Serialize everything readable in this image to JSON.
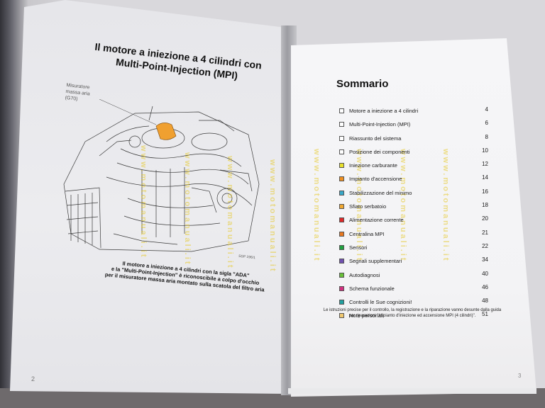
{
  "left_page": {
    "title_lines": [
      "Il motore a iniezione a 4 cilindri con",
      "Multi-Point-Injection (MPI)"
    ],
    "caption_lines": [
      "Misuratore",
      "massa aria",
      "(G70)"
    ],
    "drawing_code": "SSP 196/1",
    "description_lines": [
      "Il motore a iniezione a 4 cilindri con la sigla \"ADA\"",
      "e la \"Multi-Point-Injection\" è riconoscibile a colpo d'occhio",
      "per il misuratore massa aria montato sulla scatola del filtro aria"
    ],
    "page_number": "2"
  },
  "right_page": {
    "title": "Sommario",
    "toc": [
      {
        "label": "Motore a iniezione a 4 cilindri",
        "page": "4",
        "color": "#ffffff"
      },
      {
        "label": "Multi-Point-Injection (MPI)",
        "page": "6",
        "color": "#ffffff"
      },
      {
        "label": "Riassunto del sistema",
        "page": "8",
        "color": "#ffffff"
      },
      {
        "label": "Posizione dei componenti",
        "page": "10",
        "color": "#ffffff"
      },
      {
        "label": "Iniezione carburante",
        "page": "12",
        "color": "#e8e02a"
      },
      {
        "label": "Impianto d'accensione",
        "page": "14",
        "color": "#f09020"
      },
      {
        "label": "Stabilizzazione del minimo",
        "page": "16",
        "color": "#38a8c8"
      },
      {
        "label": "Sfiato serbatoio",
        "page": "18",
        "color": "#f0a830"
      },
      {
        "label": "Alimentazione corrente",
        "page": "20",
        "color": "#e02828"
      },
      {
        "label": "Centralina MPI",
        "page": "21",
        "color": "#e87820"
      },
      {
        "label": "Sensori",
        "page": "22",
        "color": "#20a040"
      },
      {
        "label": "Segnali supplementari",
        "page": "34",
        "color": "#7050b0"
      },
      {
        "label": "Autodiagnosi",
        "page": "40",
        "color": "#68c038"
      },
      {
        "label": "Schema funzionale",
        "page": "46",
        "color": "#d03080"
      },
      {
        "label": "Controlli le Sue cognizioni!",
        "page": "48",
        "color": "#20a0a0"
      },
      {
        "label": "Note personali",
        "page": "51",
        "color": "#f0c870"
      }
    ],
    "note_lines": [
      "Le istruzioni precise per il controllo, la registrazione e la riparazione vanno desunte dalla guida",
      "per riparazioni \"Impianto d'iniezione ed accensione MPI (4 cilindri)\"."
    ],
    "page_number": "3"
  },
  "watermark": "www.motomanuali.it",
  "colors": {
    "highlight_component": "#f0a030",
    "page_left": "#ececef",
    "page_right": "#f4f4f6"
  }
}
